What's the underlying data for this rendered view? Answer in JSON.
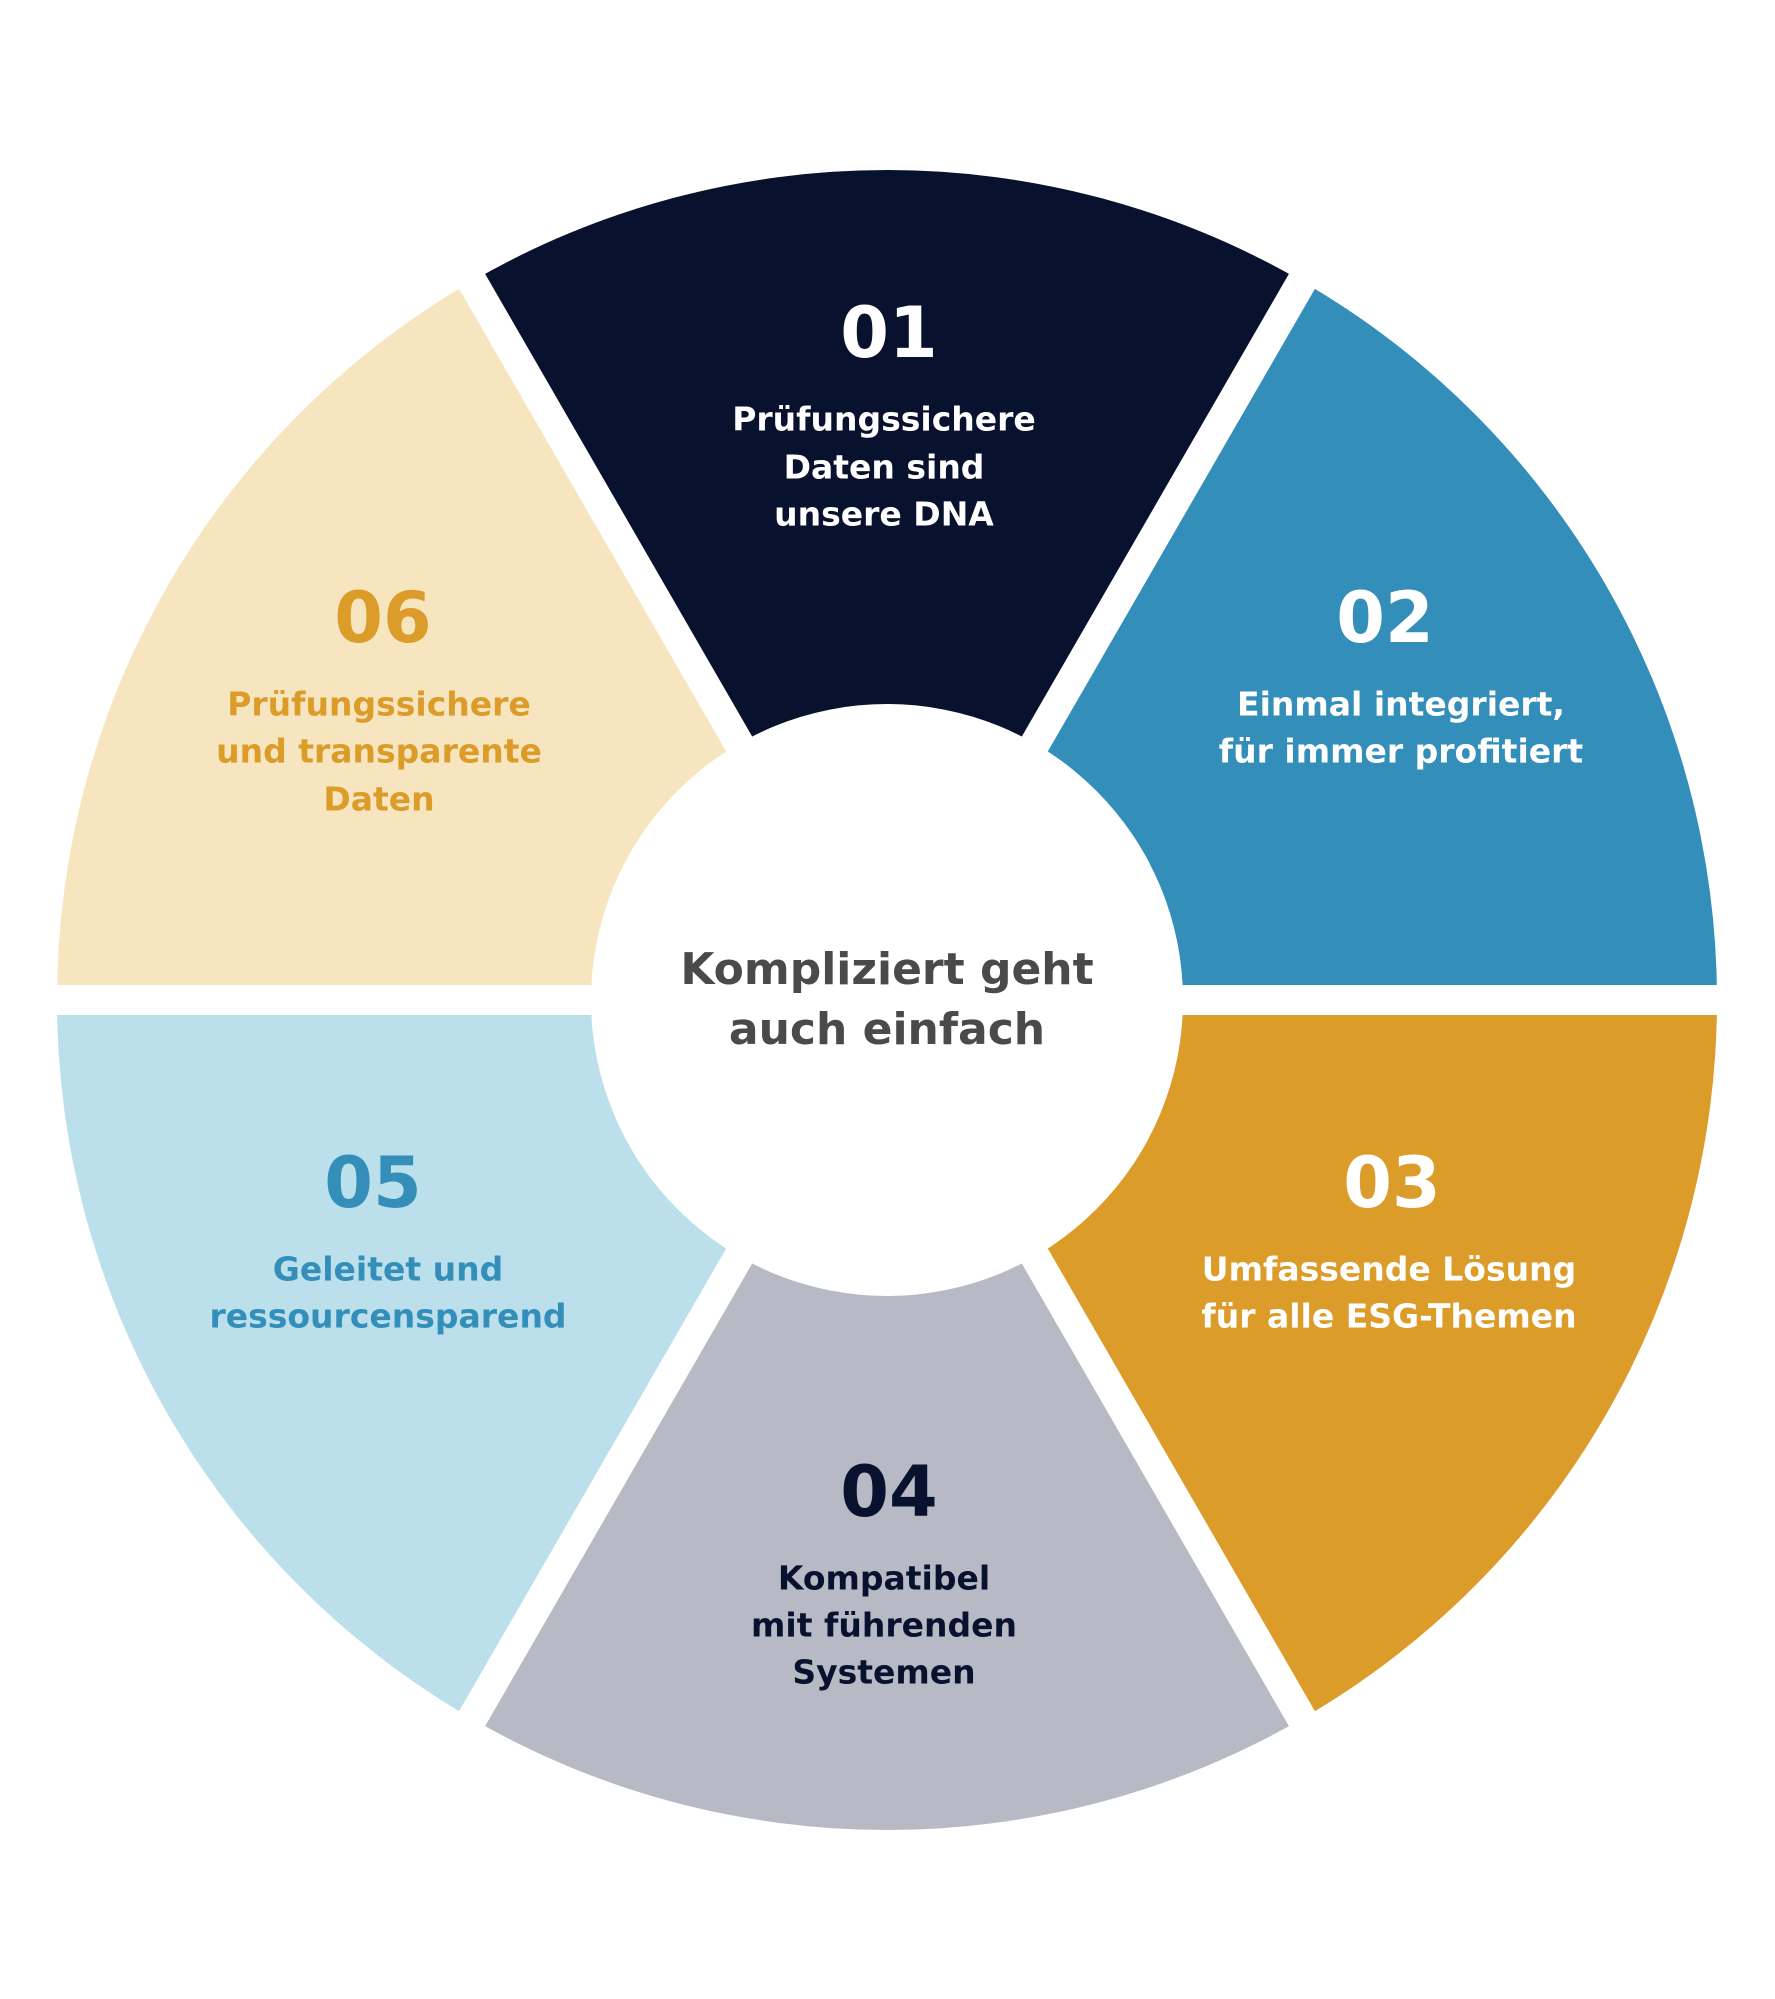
{
  "center": {
    "lines": [
      "Kompliziert geht",
      "auch einfach"
    ],
    "color": "#4a4a4a"
  },
  "segments": [
    {
      "number": "01",
      "lines": [
        "Prüfungssichere",
        "Daten sind",
        "unsere DNA"
      ],
      "fill": "#08112e",
      "text_color": "#ffffff"
    },
    {
      "number": "02",
      "lines": [
        "Einmal integriert,",
        "für immer profitiert"
      ],
      "fill": "#338eba",
      "text_color": "#ffffff"
    },
    {
      "number": "03",
      "lines": [
        "Umfassende Lösung",
        "für alle ESG-Themen"
      ],
      "fill": "#dc9c29",
      "text_color": "#ffffff"
    },
    {
      "number": "04",
      "lines": [
        "Kompatibel",
        "mit führenden",
        "Systemen"
      ],
      "fill": "#b7b9c5",
      "text_color": "#08112e"
    },
    {
      "number": "05",
      "lines": [
        "Geleitet und",
        "ressourcensparend"
      ],
      "fill": "#bce0eb",
      "text_color": "#338eba"
    },
    {
      "number": "06",
      "lines": [
        "Prüfungssichere",
        "und transparente",
        "Daten"
      ],
      "fill": "#f6e5be",
      "text_color": "#dc9c29"
    }
  ]
}
